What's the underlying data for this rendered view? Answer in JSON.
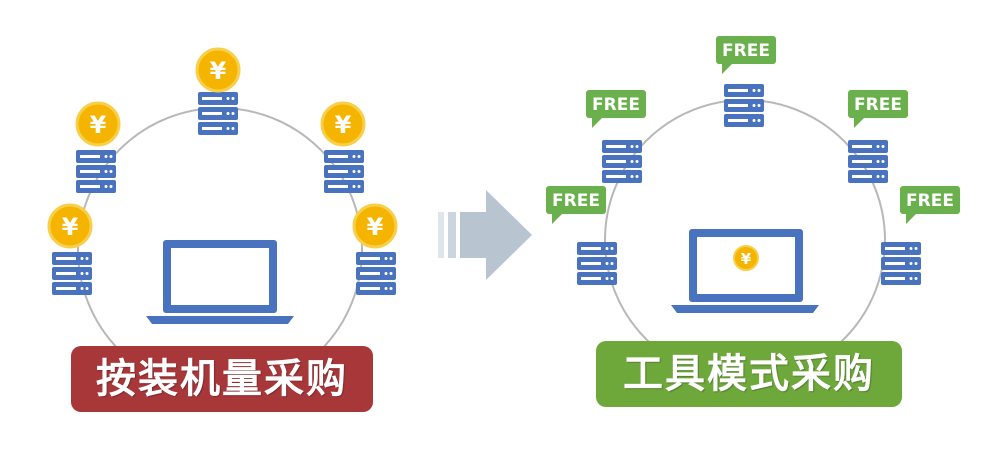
{
  "left_panel": {
    "label": "按装机量采购",
    "label_color": "#a8373a",
    "coin_symbol": "¥",
    "server_count": 5,
    "coin_count": 5
  },
  "right_panel": {
    "label": "工具模式采购",
    "label_color": "#6ea83b",
    "free_badge": "FREE",
    "coin_symbol": "¥",
    "server_count": 5,
    "free_badge_count": 5
  },
  "arrow": {
    "icon": "arrow-right-icon",
    "color": "#b8c4d0"
  },
  "colors": {
    "server": "#4a73bf",
    "laptop": "#4a73bf",
    "coin": "#f5b400",
    "free_badge": "#6ab04c",
    "ring": "#b8b8b8"
  }
}
